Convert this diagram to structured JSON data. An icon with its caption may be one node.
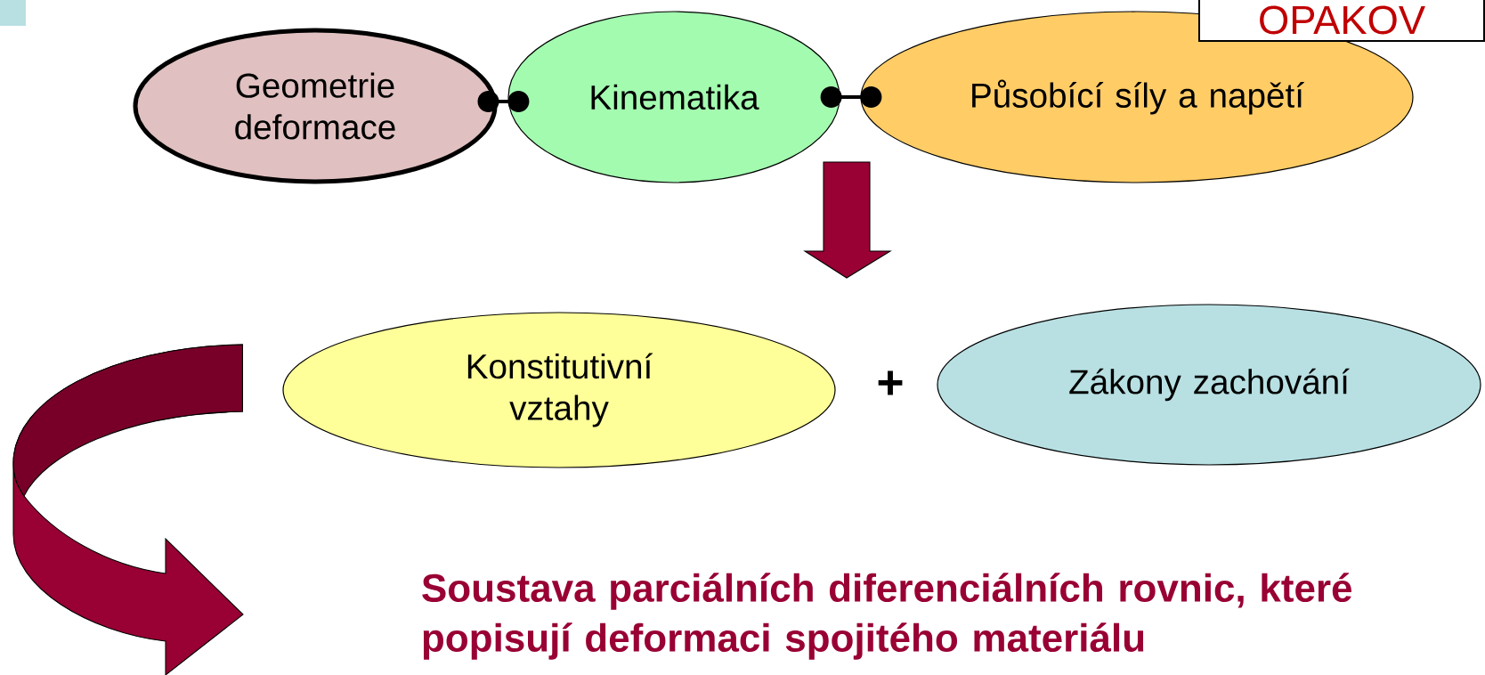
{
  "diagram": {
    "nodes": [
      {
        "text": [
          "Geometrie deformace"
        ]
      },
      {
        "text": [
          "Kinematika"
        ]
      },
      {
        "text": [
          "Působící síly a napětí"
        ]
      },
      {
        "text": [
          "Konstitutivní vztahy"
        ]
      },
      {
        "text": [
          "Zákony zachování"
        ]
      },
      {
        "text": [
          "Soustava parciálních diferenciálních rovnic, které popisují deformaci spojitého materiálu"
        ]
      }
    ],
    "edges": [
      {
        "from": 0,
        "to": 1,
        "arrow": "other"
      },
      {
        "from": 1,
        "to": 2,
        "arrow": "other"
      },
      {
        "from": 2,
        "to": null,
        "arrow": "to"
      },
      {
        "from": 3,
        "to": 5,
        "arrow": "to"
      }
    ],
    "labels": [
      "OPAKOV",
      "+"
    ]
  }
}
